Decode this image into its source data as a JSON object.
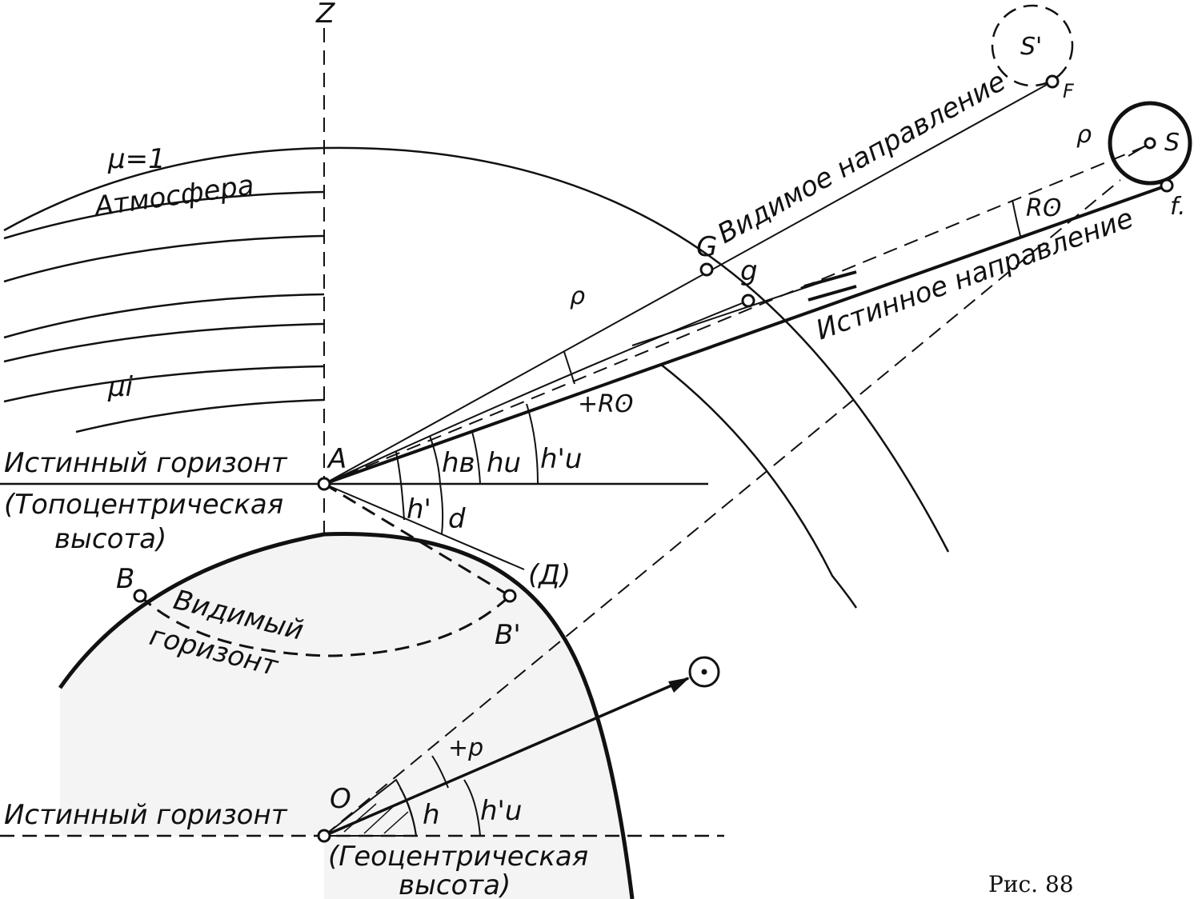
{
  "labels": {
    "z_axis": "Z",
    "mu_one": "μ=1",
    "atmosphere": "Атмосфера",
    "mu_i": "μi",
    "true_horizon_top": "Истинный горизонт",
    "topocentric_line1": "(Топоцентрическая",
    "topocentric_line2": "высота)",
    "point_a": "A",
    "point_b": "B",
    "point_b_prime": "B'",
    "visible_horizon_line1": "Видимый",
    "visible_horizon_line2": "горизонт",
    "point_d": "(Д)",
    "visible_direction": "Видимое направление",
    "true_direction": "Истинное направление",
    "point_g_upper": "G",
    "point_g_lower": "g",
    "star_s_prime": "S'",
    "point_f_upper": "F",
    "star_s": "S",
    "point_f_lower": "f.",
    "rho_top": "ρ",
    "rho_mid": "ρ",
    "r_sun_top": "Rʘ",
    "r_sun_mid": "+Rʘ",
    "h_b": "hв",
    "h_u": "hu",
    "h_u_prime": "h'u",
    "h_prime": "h'",
    "d_label": "d",
    "true_horizon_bottom": "Истинный горизонт",
    "point_o": "O",
    "geocentric_line1": "(Геоцентрическая",
    "geocentric_line2": "высота)",
    "plus_p": "+p",
    "h_plain": "h",
    "h_u_prime_bottom": "h'u",
    "sun_symbol": "ʘ",
    "figure_caption": "Рис. 88"
  }
}
